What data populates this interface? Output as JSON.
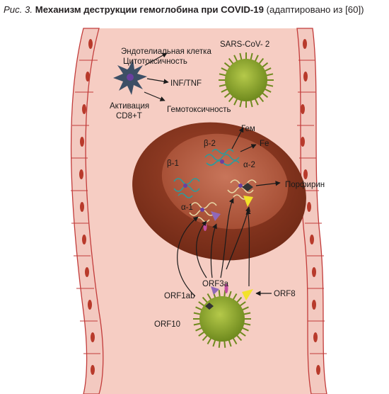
{
  "caption": {
    "figure_number": "Рис. 3.",
    "title": "Механизм деструкции гемоглобина при COVID-19",
    "source_note": "(адаптировано из [60])"
  },
  "labels": {
    "endothelial_cell": "Эндотелиальная клетка",
    "cytotoxicity": "Цитотоксичность",
    "sars_cov_2": "SARS-CoV- 2",
    "inf_tnf": "INF/TNF",
    "activation": "Активация",
    "cd8t": "CD8+T",
    "hemotoxicity": "Гемотоксичность",
    "heme": "Гем",
    "fe": "Fe",
    "beta2": "β-2",
    "beta1": "β-1",
    "alpha2": "α-2",
    "alpha1": "α-1",
    "porphyrin": "Порфирин",
    "orf3a": "ORF3a",
    "orf1ab": "ORF1ab",
    "orf8": "ORF8",
    "orf10": "ORF10"
  },
  "colors": {
    "vessel_fill": "#f6cdc3",
    "vessel_border": "#c23b3a",
    "endothelial_cell": "#f3c9c0",
    "endothelial_nucleus": "#b83a2b",
    "rbc_outer": "#8b3621",
    "rbc_inner": "#b45a3d",
    "virus_green": "#8ba32c",
    "t_cell": "#3d4f66",
    "t_cell_nucleus": "#6a3fa0",
    "beta_chain": "#2a9c9c",
    "alpha_chain": "#e8d8a6",
    "orf8_yellow": "#f2e22a",
    "orf3a_purple": "#9068b8",
    "orf1ab_pink": "#c24ea0"
  }
}
